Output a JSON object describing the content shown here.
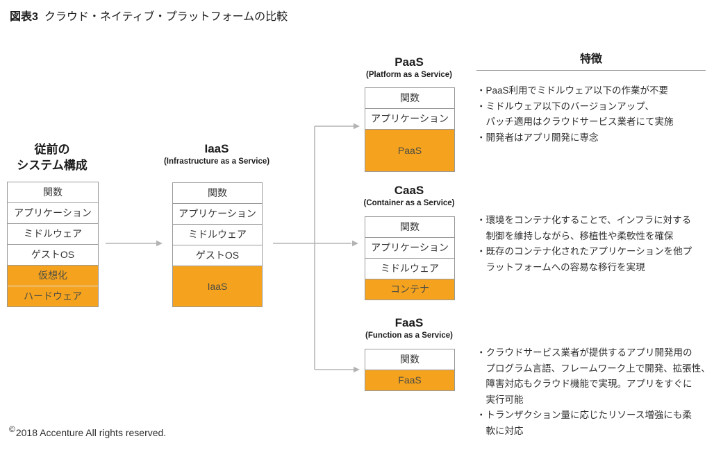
{
  "figure_title": {
    "prefix": "図表3",
    "text": "クラウド・ネイティブ・プラットフォームの比較"
  },
  "stacks": {
    "legacy": {
      "header_lines": [
        "従前の",
        "システム構成"
      ],
      "rows": [
        "関数",
        "アプリケーション",
        "ミドルウェア",
        "ゲストOS",
        "仮想化",
        "ハードウェア"
      ]
    },
    "iaas": {
      "title": "IaaS",
      "subtitle": "(Infrastructure as a Service)",
      "rows": [
        "関数",
        "アプリケーション",
        "ミドルウェア",
        "ゲストOS",
        "IaaS"
      ]
    },
    "paas": {
      "title": "PaaS",
      "subtitle": "(Platform as a Service)",
      "rows": [
        "関数",
        "アプリケーション",
        "PaaS"
      ]
    },
    "caas": {
      "title": "CaaS",
      "subtitle": "(Container as a Service)",
      "rows": [
        "関数",
        "アプリケーション",
        "ミドルウェア",
        "コンテナ"
      ]
    },
    "faas": {
      "title": "FaaS",
      "subtitle": "(Function as a Service)",
      "rows": [
        "関数",
        "FaaS"
      ]
    }
  },
  "features": {
    "header": "特徴",
    "paas_lines": [
      "・PaaS利用でミドルウェア以下の作業が不要",
      "・ミドルウェア以下のバージョンアップ、",
      "　パッチ適用はクラウドサービス業者にて実施",
      "・開発者はアプリ開発に専念"
    ],
    "caas_lines": [
      "・環境をコンテナ化することで、インフラに対する",
      "　制御を維持しながら、移植性や柔軟性を確保",
      "・既存のコンテナ化されたアプリケーションを他プ",
      "　ラットフォームへの容易な移行を実現"
    ],
    "faas_lines": [
      "・クラウドサービス業者が提供するアプリ開発用の",
      "　プログラム言語、フレームワーク上で開発、拡張性、",
      "　障害対応もクラウド機能で実現。アプリをすぐに",
      "　実行可能",
      "・トランザクション量に応じたリソース増強にも柔",
      "　軟に対応"
    ]
  },
  "footer": {
    "symbol": "©",
    "text": "2018 Accenture All rights reserved."
  },
  "colors": {
    "highlight_orange": "#F5A31E",
    "box_border": "#999999",
    "arrow_gray": "#B3B3B3",
    "text_dark": "#222222"
  }
}
